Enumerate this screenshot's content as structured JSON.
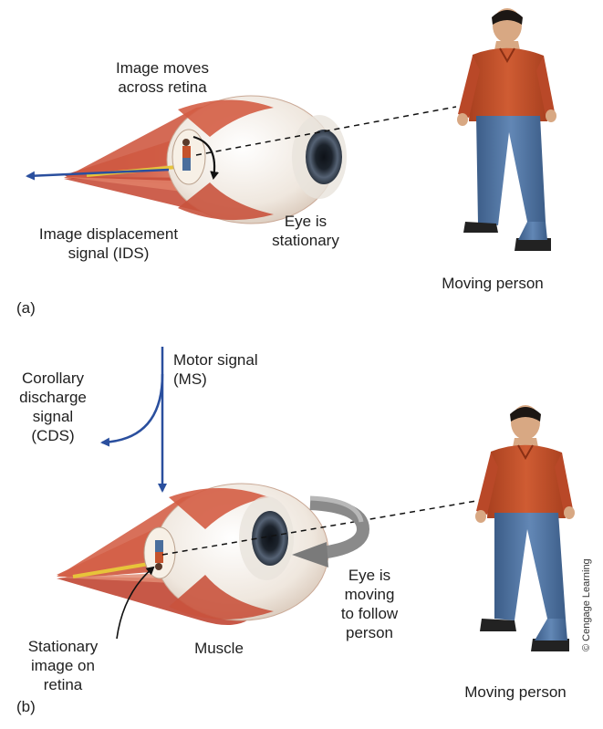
{
  "panel_a": {
    "label": "(a)",
    "image_moves": "Image moves\nacross retina",
    "ids_signal": "Image displacement\nsignal (IDS)",
    "eye_state": "Eye is\nstationary",
    "person_caption": "Moving person"
  },
  "panel_b": {
    "label": "(b)",
    "motor_signal": "Motor signal\n(MS)",
    "cds_signal": "Corollary\ndischarge\nsignal\n(CDS)",
    "eye_state": "Eye is\nmoving\nto follow\nperson",
    "stationary_image": "Stationary\nimage on\nretina",
    "muscle": "Muscle",
    "person_caption": "Moving person"
  },
  "credit": "© Cengage Learning",
  "colors": {
    "signal_arrow": "#2a4f9e",
    "muscle": "#c9563e",
    "muscle_light": "#e8917a",
    "sclera": "#f4efe8",
    "iris": "#3b4654",
    "nerve": "#e7c43a",
    "shirt": "#c4522c",
    "jeans": "#4a6e9c",
    "motion_arrow": "#7a7a7a"
  }
}
